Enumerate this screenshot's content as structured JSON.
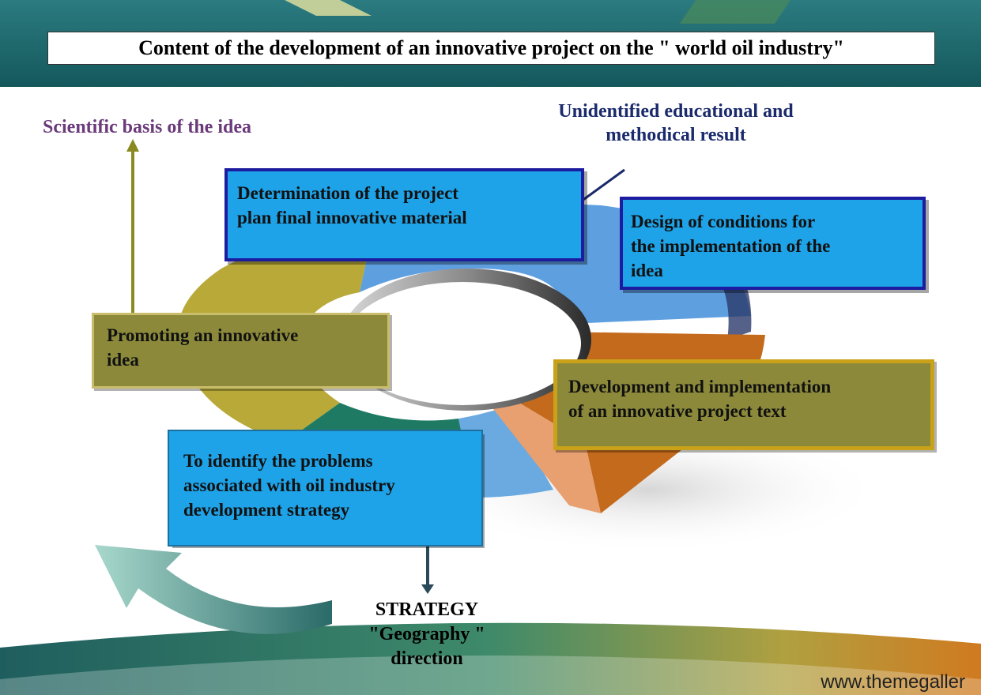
{
  "title": "Content of the development of an innovative project on the \" world oil industry\"",
  "labels": {
    "scientific_basis": "Scientific basis of the idea",
    "unidentified_result_line1": "Unidentified educational and",
    "unidentified_result_line2": "methodical result",
    "strategy_line1": "STRATEGY",
    "strategy_line2": "\"Geography \"",
    "strategy_line3": "direction"
  },
  "boxes": {
    "determination_line1": "Determination of the project",
    "determination_line2": "plan final innovative material",
    "design_line1": "Design of conditions for",
    "design_line2": "the implementation of the",
    "design_line3": "idea",
    "promoting_line1": "Promoting an innovative",
    "promoting_line2": "idea",
    "development_line1": "Development and implementation",
    "development_line2": "of an innovative project text",
    "identify_line1": "To identify the problems",
    "identify_line2": "associated with oil industry",
    "identify_line3": "development strategy"
  },
  "watermark": "www.themegaller",
  "colors": {
    "header_teal": "#1e6f74",
    "blue_box": "#1ea3e8",
    "blue_box_border": "#1c1ca0",
    "olive_box": "#8c8a3a",
    "gold_border": "#caa21a",
    "purple_text": "#6b3a7a",
    "navy_text": "#1a2a6b",
    "arrow_olive": "#8a8a22",
    "arrow_teal": "#2a6a68"
  }
}
